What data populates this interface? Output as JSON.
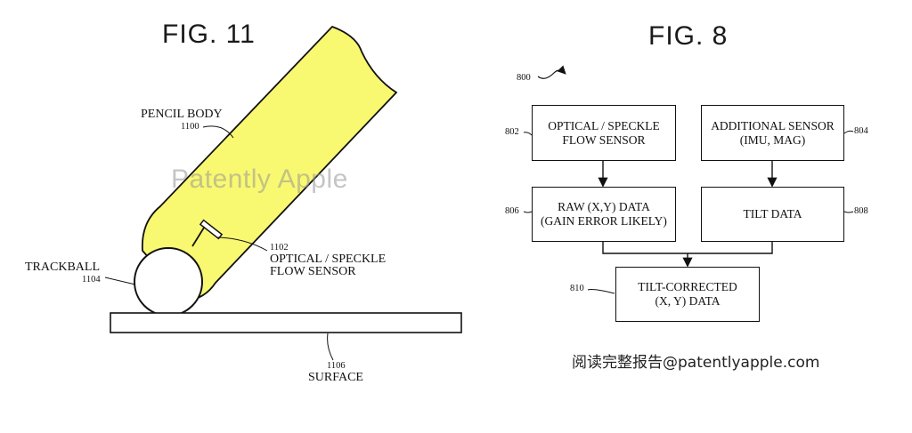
{
  "fig11": {
    "title": "FIG. 11",
    "watermark": "Patently Apple",
    "pencil_body": {
      "label": "PENCIL BODY",
      "ref": "1100"
    },
    "sensor": {
      "ref": "1102",
      "line1": "OPTICAL / SPECKLE",
      "line2": "FLOW SENSOR"
    },
    "trackball": {
      "label": "TRACKBALL",
      "ref": "1104"
    },
    "surface": {
      "label": "SURFACE",
      "ref": "1106"
    },
    "colors": {
      "pencil_fill": "#f9f871",
      "stroke": "#111111"
    }
  },
  "fig8": {
    "title": "FIG. 8",
    "ref_main": "800",
    "boxes": {
      "optical": {
        "ref": "802",
        "line1": "OPTICAL / SPECKLE",
        "line2": "FLOW SENSOR"
      },
      "additional": {
        "ref": "804",
        "line1": "ADDITIONAL SENSOR",
        "line2": "(IMU, MAG)"
      },
      "raw": {
        "ref": "806",
        "line1": "RAW (X,Y) DATA",
        "line2": "(GAIN ERROR LIKELY)"
      },
      "tilt": {
        "ref": "808",
        "line1": "TILT DATA"
      },
      "corrected": {
        "ref": "810",
        "line1": "TILT-CORRECTED",
        "line2": "(X, Y) DATA"
      }
    }
  },
  "footer": "阅读完整报告@patentlyapple.com"
}
